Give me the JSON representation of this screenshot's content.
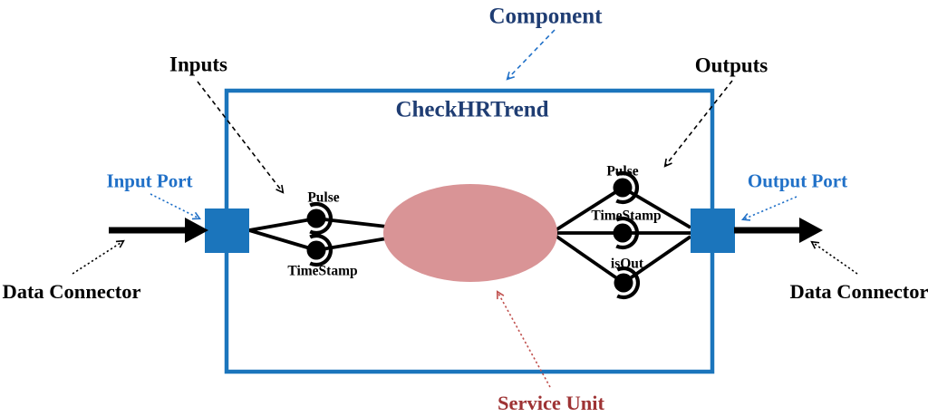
{
  "colors": {
    "component_blue": "#1B75BC",
    "port_label_blue": "#2171C8",
    "heading_navy": "#1F3D73",
    "service_red": "#9E3334",
    "service_arrow_red": "#C0504D",
    "ellipse_rose": "#D99496",
    "ink_black": "#000000"
  },
  "component": {
    "annotation": "Component",
    "title": "CheckHRTrend"
  },
  "labels": {
    "inputs": "Inputs",
    "outputs": "Outputs",
    "input_port": "Input Port",
    "output_port": "Output Port",
    "data_connector_left": "Data Connector",
    "data_connector_right": "Data Connector",
    "service_unit": "Service Unit"
  },
  "input_pins": [
    {
      "name": "Pulse"
    },
    {
      "name": "TimeStamp"
    }
  ],
  "output_pins": [
    {
      "name": "Pulse"
    },
    {
      "name": "TimeStamp"
    },
    {
      "name": "isOut"
    }
  ]
}
